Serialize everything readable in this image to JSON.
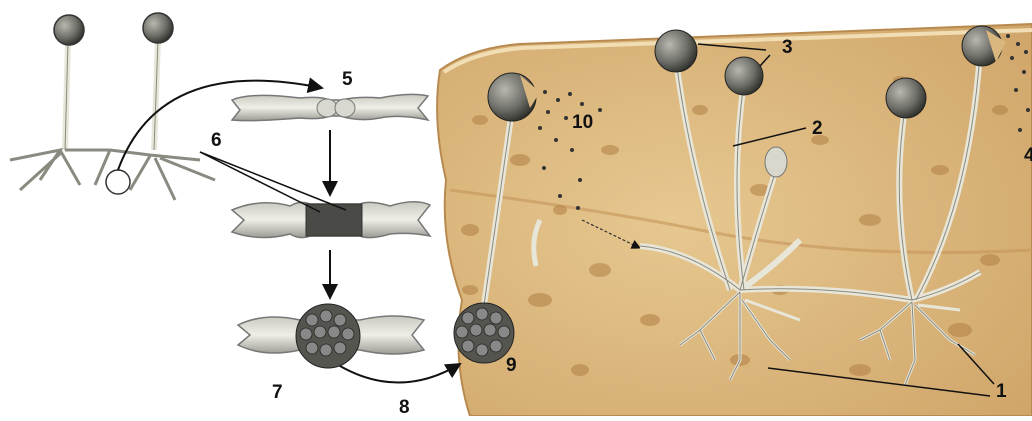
{
  "labels": {
    "l1": "1",
    "l2": "2",
    "l3": "3",
    "l4": "4",
    "l5": "5",
    "l6": "6",
    "l7": "7",
    "l8": "8",
    "l9": "9",
    "l10": "10"
  },
  "colors": {
    "bread": "#d9b77f",
    "bread_crust": "#c89a5c",
    "bread_hole": "#b07f45",
    "hypha": "#e8e6d8",
    "sporangium": "#6e6e68",
    "zygote": "#555550",
    "line": "#111111"
  }
}
